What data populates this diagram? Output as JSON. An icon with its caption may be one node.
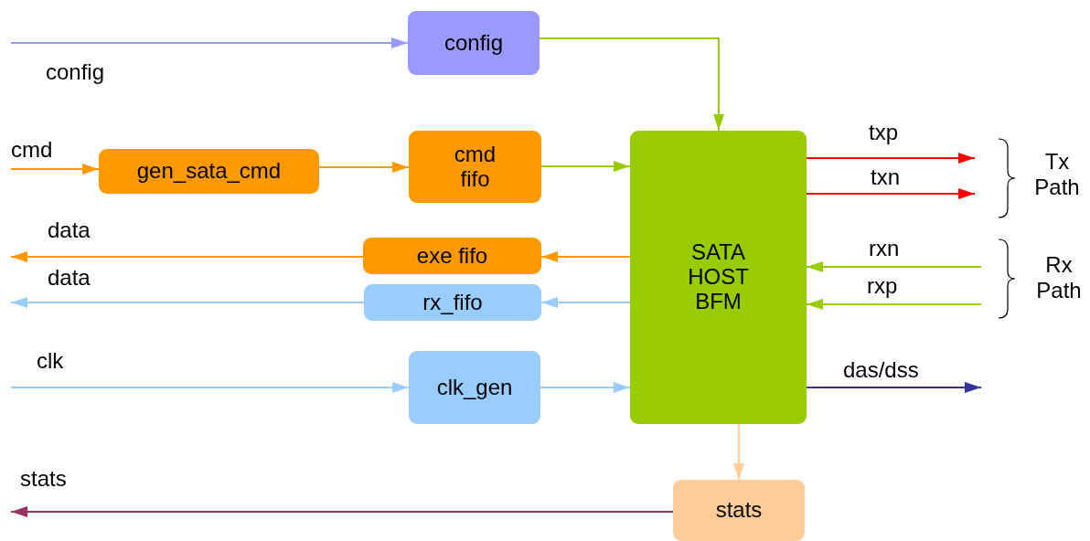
{
  "diagram": {
    "nodes": [
      {
        "text": [
          "config"
        ]
      },
      {
        "text": [
          "gen_sata_cmd"
        ]
      },
      {
        "text": [
          "cmd fifo"
        ]
      },
      {
        "text": [
          "SATA HOST BFM"
        ]
      },
      {
        "text": [
          "exe fifo"
        ]
      },
      {
        "text": [
          "rx_fifo"
        ]
      },
      {
        "text": [
          "clk_gen"
        ]
      },
      {
        "text": [
          "stats"
        ]
      }
    ],
    "edges": [
      {
        "from": null,
        "to": 0,
        "arrow": "to",
        "label": "config",
        "color": "#9999ff"
      },
      {
        "from": 0,
        "to": 3,
        "arrow": "to",
        "color": "#99cc00"
      },
      {
        "from": null,
        "to": 1,
        "arrow": "to",
        "label": "cmd",
        "color": "#ff9900"
      },
      {
        "from": 1,
        "to": 2,
        "arrow": "to",
        "color": "#ff9900"
      },
      {
        "from": 2,
        "to": 3,
        "arrow": "to",
        "color": "#99cc00"
      },
      {
        "from": 4,
        "to": null,
        "arrow": "to",
        "label": "data",
        "color": "#ff9900"
      },
      {
        "from": 3,
        "to": 4,
        "arrow": "to",
        "color": "#ff9900"
      },
      {
        "from": 5,
        "to": null,
        "arrow": "to",
        "label": "data",
        "color": "#99ccff"
      },
      {
        "from": 3,
        "to": 5,
        "arrow": "to",
        "color": "#99ccff"
      },
      {
        "from": null,
        "to": 6,
        "arrow": "to",
        "label": "clk",
        "color": "#99ccff"
      },
      {
        "from": 6,
        "to": 3,
        "arrow": "to",
        "color": "#99ccff"
      },
      {
        "from": 3,
        "to": null,
        "arrow": "to",
        "label": "txp",
        "color": "#ff0000"
      },
      {
        "from": 3,
        "to": null,
        "arrow": "to",
        "label": "txn",
        "color": "#ff0000"
      },
      {
        "from": null,
        "to": 3,
        "arrow": "to",
        "label": "rxn",
        "color": "#99cc00"
      },
      {
        "from": null,
        "to": 3,
        "arrow": "to",
        "label": "rxp",
        "color": "#99cc00"
      },
      {
        "from": 3,
        "to": null,
        "arrow": "to",
        "label": "das/dss",
        "color": "#333399"
      },
      {
        "from": 3,
        "to": 7,
        "arrow": "to",
        "color": "#ffcc99"
      },
      {
        "from": 7,
        "to": null,
        "arrow": "to",
        "label": "stats",
        "color": "#993366"
      }
    ],
    "labels": [
      "Tx Path",
      "Rx Path"
    ]
  }
}
